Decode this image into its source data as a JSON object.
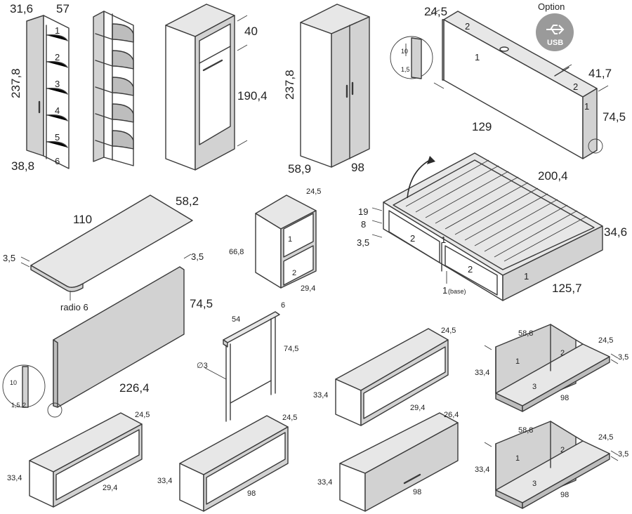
{
  "option": {
    "title": "Option",
    "badge": "USB"
  },
  "corner_shelf": {
    "depth": "31,6",
    "height": "237,8",
    "width_top": "57",
    "width_bottom": "38,8",
    "shelf_numbers": [
      "1",
      "2",
      "3",
      "4",
      "5",
      "6"
    ]
  },
  "open_wardrobe": {
    "top": "40",
    "inner_height": "190,4"
  },
  "wardrobe": {
    "height": "237,8",
    "width": "58,9",
    "depth": "98"
  },
  "headboard": {
    "depth": "24,5",
    "side_width": "41,7",
    "length": "129",
    "height": "74,5",
    "part_top": "2",
    "part_front": "1",
    "part_side_top": "2",
    "part_side": "1",
    "detail": {
      "a": "10",
      "b": "1,5"
    }
  },
  "bed": {
    "length": "200,4",
    "height": "34,6",
    "width": "125,7",
    "dims_left": [
      "19",
      "8",
      "3,5"
    ],
    "parts": [
      "2",
      "1",
      "2",
      "1"
    ],
    "base_label": "1",
    "base_sub": "(base)"
  },
  "desk_top": {
    "length": "110",
    "depth": "58,2",
    "thickness": "3,5",
    "radius": "radio 6"
  },
  "small_shelf": {
    "depth": "24,5",
    "height": "66,8",
    "width": "29,4",
    "parts": [
      "1",
      "2"
    ]
  },
  "panel": {
    "thickness": "3,5",
    "height": "74,5",
    "length": "226,4",
    "detail": {
      "a": "10",
      "b": "1,5",
      "c": "2"
    }
  },
  "desk_leg": {
    "width": "54",
    "depth": "6",
    "height": "74,5",
    "diameter": "∅3"
  },
  "wall_box_mid": {
    "depth": "24,5",
    "height": "33,4",
    "width": "29,4"
  },
  "wall_box_door": {
    "depth": "26,4",
    "height": "33,4",
    "width": "98"
  },
  "bottom_box_1": {
    "depth": "24,5",
    "height": "33,4",
    "width": "29,4"
  },
  "bottom_box_2": {
    "depth": "24,5",
    "height": "33,4",
    "width": "98"
  },
  "corner_unit_1": {
    "width": "58,8",
    "depth": "24,5",
    "thickness": "3,5",
    "height": "33,4",
    "length": "98",
    "parts": [
      "1",
      "2",
      "3"
    ]
  },
  "corner_unit_2": {
    "width": "58,8",
    "depth": "24,5",
    "thickness": "3,5",
    "height": "33,4",
    "length": "98",
    "parts": [
      "1",
      "2",
      "3"
    ]
  }
}
